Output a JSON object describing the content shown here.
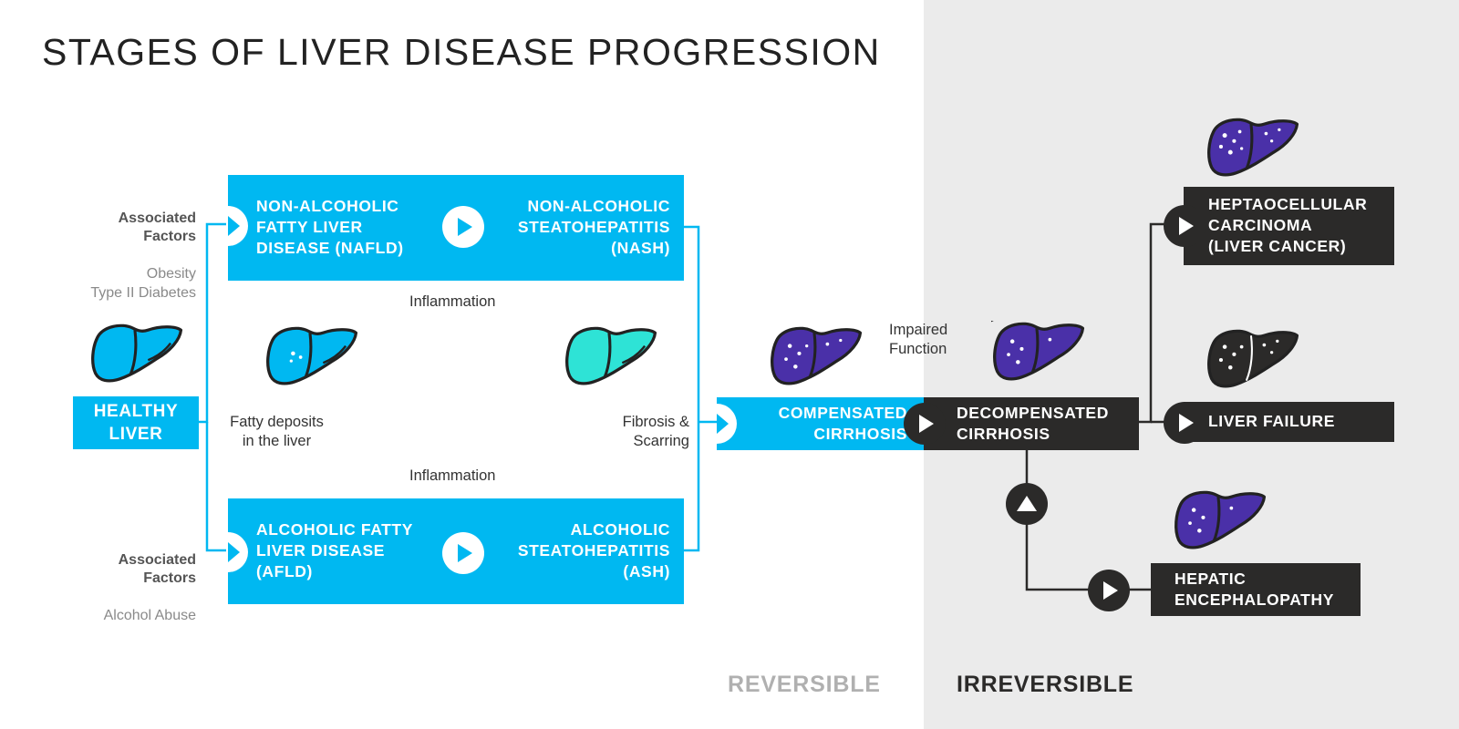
{
  "title": "STAGES OF LIVER DISEASE PROGRESSION",
  "colors": {
    "blue": "#00b8f1",
    "dark": "#2b2a29",
    "purple": "#4a30a8",
    "teal": "#2ee3d6",
    "irreversible_bg": "#ebebeb"
  },
  "nodes": {
    "healthy": "HEALTHY\nLIVER",
    "nafld": "NON-ALCOHOLIC\nFATTY LIVER\nDISEASE (NAFLD)",
    "nash": "NON-ALCOHOLIC\nSTEATOHEPATITIS\n(NASH)",
    "afld": "ALCOHOLIC FATTY\nLIVER DISEASE\n(AFLD)",
    "ash": "ALCOHOLIC\nSTEATOHEPATITIS\n(ASH)",
    "compensated": "COMPENSATED\nCIRRHOSIS",
    "decompensated": "DECOMPENSATED\nCIRRHOSIS",
    "carcinoma": "HEPTAOCELLULAR\nCARCINOMA\n(LIVER CANCER)",
    "failure": "LIVER FAILURE",
    "encephalopathy": "HEPATIC\nENCEPHALOPATHY"
  },
  "factors_top": {
    "heading": "Associated\nFactors",
    "items": "Obesity\nType II Diabetes"
  },
  "factors_bottom": {
    "heading": "Associated\nFactors",
    "items": "Alcohol Abuse"
  },
  "labels": {
    "inflammation_top": "Inflammation",
    "inflammation_bottom": "Inflammation",
    "fatty_deposits": "Fatty deposits\nin the liver",
    "fibrosis": "Fibrosis &\nScarring",
    "impaired": "Impaired\nFunction"
  },
  "zones": {
    "reversible": "REVERSIBLE",
    "irreversible": "IRREVERSIBLE"
  },
  "icons": {
    "healthy": "liver-healthy-icon",
    "fatty": "liver-fatty-icon",
    "fibrotic": "liver-fibrotic-icon",
    "cirrhotic": "liver-cirrhotic-icon",
    "cancer": "liver-cancer-icon",
    "failure": "liver-failure-icon",
    "encephalopathy": "liver-encephalopathy-icon"
  }
}
